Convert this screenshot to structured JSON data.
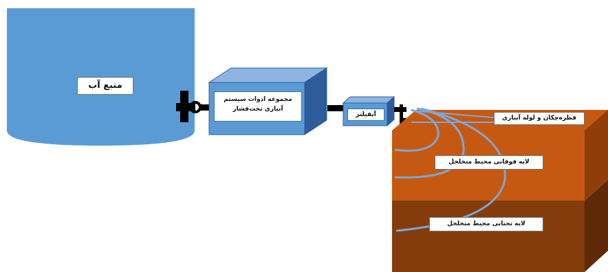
{
  "labels": {
    "water_source": "منبع آب",
    "equipment_line1": "مجموعه ادوات سیستم",
    "equipment_line2": "آبیاری تحت‌فشار",
    "filter": "آبفیلتر",
    "emitter": "قطره‌چکان و لوله آبیاری",
    "upper_layer": "لایه فوقانی محیط متخلخل",
    "lower_layer": "لایه تحتانی محیط متخلخل"
  },
  "colors": {
    "water": "#5b9bd5",
    "box_front": "#5b9bd5",
    "box_top": "#8db4e2",
    "box_side": "#2e5c9a",
    "soil_upper": "#c65911",
    "soil_upper_side": "#8f3e0a",
    "soil_lower": "#843c0c",
    "soil_lower_side": "#5e2a08",
    "wetting_lines": "#7da7d9",
    "pipe": "#000000"
  }
}
